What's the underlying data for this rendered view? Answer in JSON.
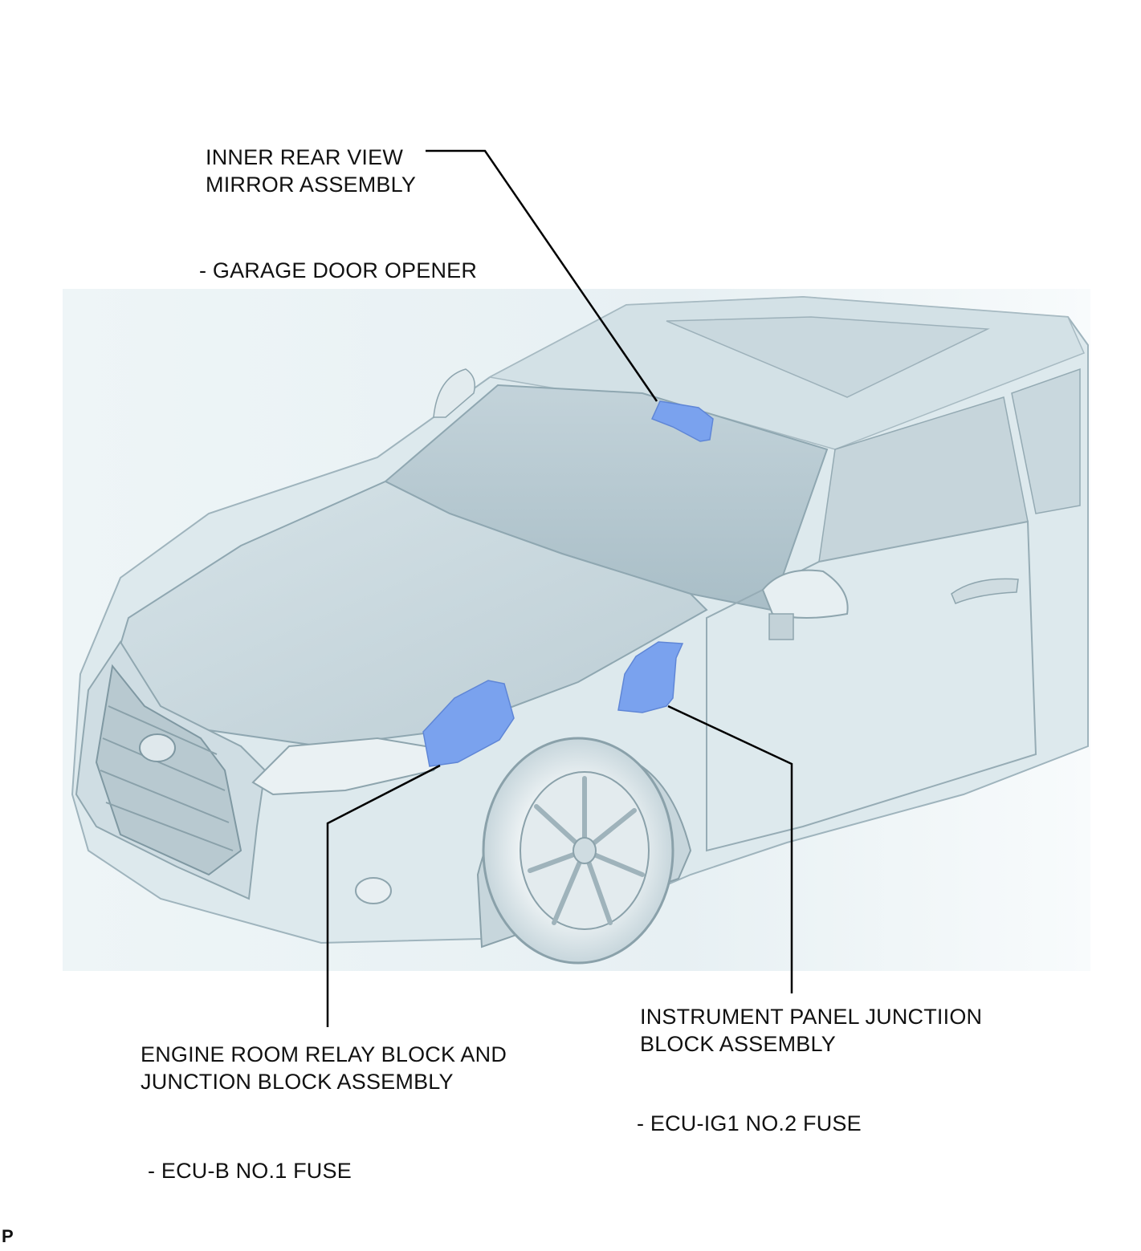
{
  "labels": {
    "mirror": {
      "line1": "INNER REAR VIEW",
      "line2": "MIRROR ASSEMBLY",
      "item": "- GARAGE DOOR OPENER"
    },
    "engine_room": {
      "line1": "ENGINE ROOM RELAY BLOCK AND",
      "line2": "JUNCTION BLOCK ASSEMBLY",
      "item": "- ECU-B NO.1 FUSE"
    },
    "instrument_panel": {
      "line1": "INSTRUMENT PANEL JUNCTIION",
      "line2": "BLOCK ASSEMBLY",
      "item": "- ECU-IG1 NO.2 FUSE"
    }
  },
  "corner_mark": "P",
  "colors": {
    "highlight": "#7aa2ee",
    "body": "#d9e7ec",
    "shade": "#b7cad2",
    "leader": "#000000"
  }
}
